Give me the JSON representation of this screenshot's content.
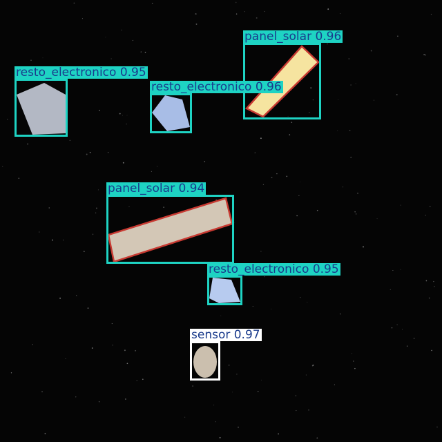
{
  "scene": {
    "background": "#050505"
  },
  "colors": {
    "teal_box": "#1ed3c3",
    "white_box": "#ffffff",
    "label_text": "#1a3b8c",
    "solar_yellow": "#f6e4a0",
    "solar_beige": "#d3c7b6",
    "solar_outline": "#c83a32",
    "debris_gray": "#b3b8c4",
    "debris_blue": "#a8bde6",
    "debris_lightblue": "#b7cbef",
    "sensor_tan": "#cbbfae"
  },
  "detections": [
    {
      "class": "panel_solar",
      "score": "0.96",
      "label": "panel_solar 0.96",
      "object": "solar-panel-yellow"
    },
    {
      "class": "resto_electronico",
      "score": "0.95",
      "label": "resto_electronico 0.95",
      "object": "debris-gray-pentagon"
    },
    {
      "class": "resto_electronico",
      "score": "0.96",
      "label": "resto_electronico 0.96",
      "object": "debris-blue-pentagon"
    },
    {
      "class": "panel_solar",
      "score": "0.94",
      "label": "panel_solar 0.94",
      "object": "solar-panel-beige"
    },
    {
      "class": "resto_electronico",
      "score": "0.95",
      "label": "resto_electronico 0.95",
      "object": "debris-lightblue-pentagon"
    },
    {
      "class": "sensor",
      "score": "0.97",
      "label": "sensor 0.97",
      "object": "sensor-ellipse"
    }
  ]
}
